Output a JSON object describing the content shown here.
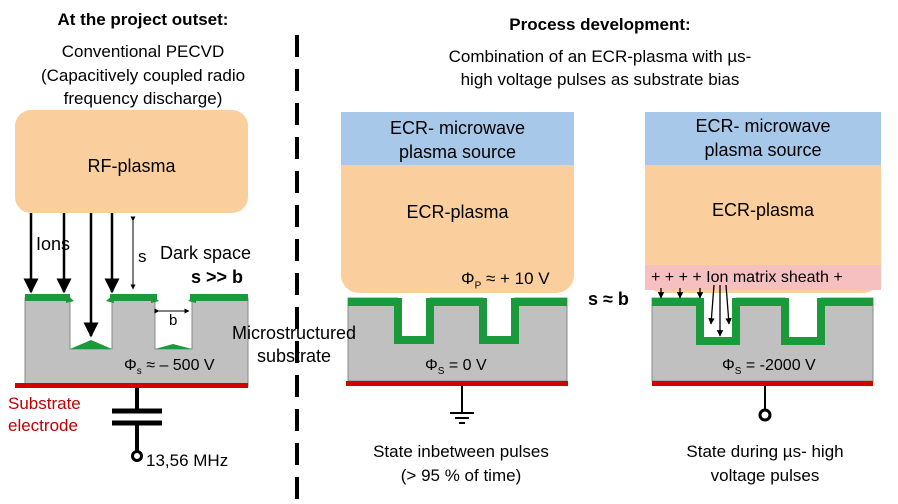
{
  "left": {
    "heading": "At the project outset:",
    "subtitle_1": "Conventional PECVD",
    "subtitle_2": "(Capacitively coupled radio",
    "subtitle_3": "frequency discharge)",
    "plasma_label": "RF-plasma",
    "ions_label": "Ions",
    "s_label": "s",
    "dark_space_label": "Dark space",
    "s_b_relation": "s >> b",
    "b_label": "b",
    "potential_label": "Φ",
    "potential_sub": "s",
    "potential_value": " ≈ – 500 V",
    "electrode_label_1": "Substrate",
    "electrode_label_2": "electrode",
    "frequency_label": "13,56 MHz"
  },
  "middle_label_1": "Microstructured",
  "middle_label_2": "substrate",
  "right": {
    "heading": "Process development:",
    "subtitle_1": "Combination of an ECR-plasma with µs-",
    "subtitle_2": "high voltage pulses as substrate bias",
    "between": {
      "source_1": "ECR- microwave",
      "source_2": "plasma source",
      "plasma_label": "ECR-plasma",
      "plasma_potential": "Φ",
      "plasma_potential_sub": "P",
      "plasma_potential_value": " ≈ + 10 V",
      "substrate_potential": "Φ",
      "substrate_potential_sub": "S",
      "substrate_potential_value": " = 0 V",
      "caption_1": "State inbetween pulses",
      "caption_2": "(> 95 % of time)"
    },
    "relation": "s ≈ b",
    "pulse": {
      "source_1": "ECR- microwave",
      "source_2": "plasma source",
      "plasma_label": "ECR-plasma",
      "sheath_label": "+ + + + Ion matrix sheath +",
      "substrate_potential": "Φ",
      "substrate_potential_sub": "S",
      "substrate_potential_value": " = -2000 V",
      "caption_1": "State during µs- high",
      "caption_2": "voltage pulses"
    }
  },
  "colors": {
    "plasma": "#fbcf9d",
    "source": "#a8c8ea",
    "sheath": "#f6c0c0",
    "substrate": "#c0c0c0",
    "film": "#1a9a3a",
    "film_dark": "#0a5c1e",
    "electrode": "#d40000",
    "electrode_text": "#c00000"
  }
}
